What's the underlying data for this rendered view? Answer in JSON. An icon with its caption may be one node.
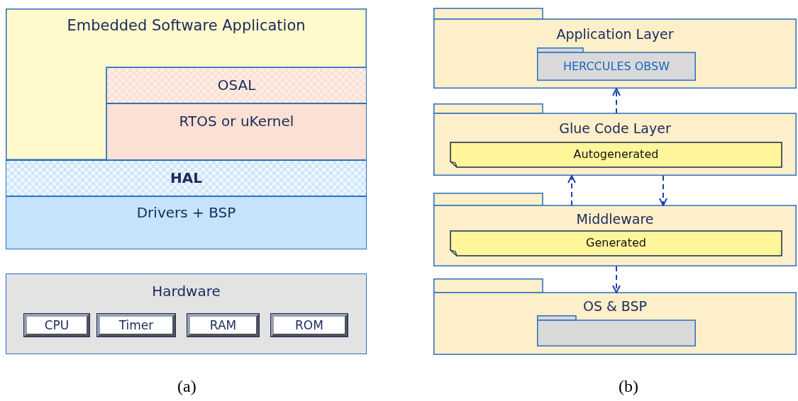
{
  "diagram": {
    "nodes": [
      {
        "text": [
          "Embedded Software Application"
        ]
      },
      {
        "text": [
          "OSAL"
        ]
      },
      {
        "text": [
          "RTOS or uKernel"
        ]
      },
      {
        "text": [
          "HAL"
        ]
      },
      {
        "text": [
          "Drivers + BSP"
        ]
      },
      {
        "text": [
          "Hardware"
        ]
      },
      {
        "text": [
          "CPU"
        ],
        "in": 5
      },
      {
        "text": [
          "Timer"
        ],
        "in": 5
      },
      {
        "text": [
          "RAM"
        ],
        "in": 5
      },
      {
        "text": [
          "ROM"
        ],
        "in": 5
      },
      {
        "text": [
          "Application Layer"
        ]
      },
      {
        "text": [
          "HERCCULES OBSW"
        ],
        "in": 10
      },
      {
        "text": [
          "Glue Code Layer"
        ]
      },
      {
        "text": [
          "Autogenerated"
        ],
        "in": 12
      },
      {
        "text": [
          "Middleware"
        ]
      },
      {
        "text": [
          "Generated"
        ],
        "in": 14
      },
      {
        "text": [
          "OS & BSP"
        ]
      },
      {
        "text": [],
        "shape": "box",
        "in": 16
      }
    ],
    "edges": [
      {
        "from": 12,
        "to": 10,
        "arrow": "to",
        "style": "dashed"
      },
      {
        "from": 14,
        "to": 12,
        "arrow": "to",
        "style": "dashed"
      },
      {
        "from": 12,
        "to": 14,
        "arrow": "to",
        "style": "dashed"
      },
      {
        "from": 14,
        "to": 16,
        "arrow": "to",
        "style": "dashed"
      }
    ],
    "labels": [
      "(a)",
      "(b)"
    ]
  }
}
